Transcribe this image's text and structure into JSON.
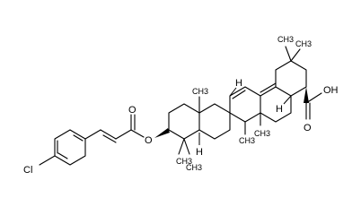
{
  "molecule": {
    "atoms": {
      "chlorine": "Cl",
      "ester_oxygen_carbonyl": "O",
      "ester_oxygen_link": "O",
      "acid_group": "OH",
      "acid_oxygen": "O",
      "hydrogens": [
        "H",
        "H",
        "H"
      ],
      "methyls": [
        "CH3",
        "CH3",
        "CH3",
        "CH3",
        "CH3",
        "CH3",
        "CH3"
      ]
    }
  }
}
